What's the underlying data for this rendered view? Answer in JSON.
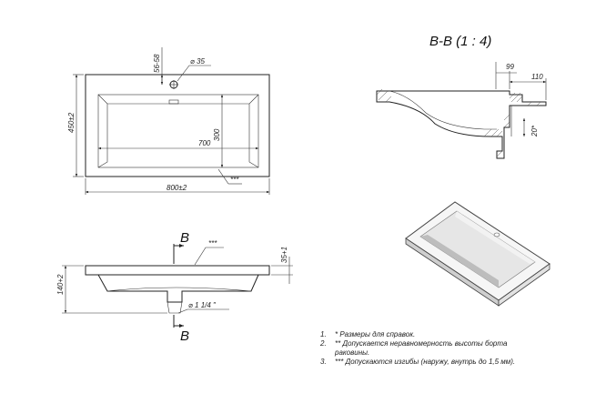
{
  "section_title": "B-B (1 : 4)",
  "top_view": {
    "dim_overflow": "56-58",
    "dim_hole": "⌀ 35",
    "dim_height": "450±2",
    "dim_inner_height": "300",
    "dim_inner_width": "700",
    "dim_width": "800±2",
    "note_mark": "***"
  },
  "front_view": {
    "cut_label_top": "B",
    "cut_label_bottom": "B",
    "note_mark": "***",
    "dim_rim": "35+1",
    "dim_depth": "140+2",
    "dim_drain": "⌀ 1 1/4 \""
  },
  "section_view": {
    "dim_99": "99",
    "dim_110": "110",
    "dim_20": "20*"
  },
  "notes": [
    {
      "num": "1.",
      "text": "* Размеры для справок."
    },
    {
      "num": "2.",
      "text": "** Допускается неравномерность высоты борта"
    },
    {
      "num": "",
      "text": "раковины."
    },
    {
      "num": "3.",
      "text": "*** Допускаются изгибы (наружу, внутрь до 1,5 мм)."
    }
  ]
}
